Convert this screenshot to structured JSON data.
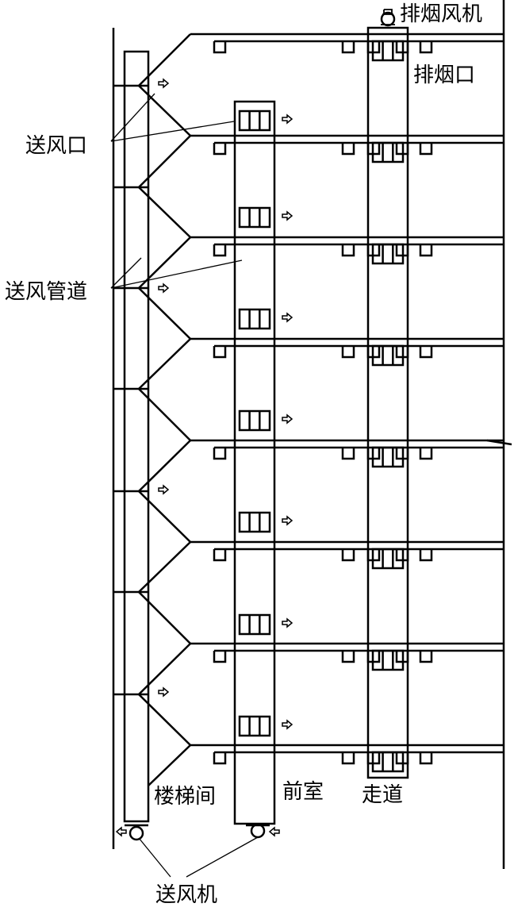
{
  "labels": {
    "exhaust_fan": "排烟风机",
    "exhaust_outlet": "排烟口",
    "supply_outlet": "送风口",
    "supply_duct": "送风管道",
    "stairwell": "楼梯间",
    "anteroom": "前室",
    "corridor": "走道",
    "supply_fans": "送风机"
  },
  "floors": 8,
  "colors": {
    "line": "#000000",
    "background": "#ffffff"
  }
}
